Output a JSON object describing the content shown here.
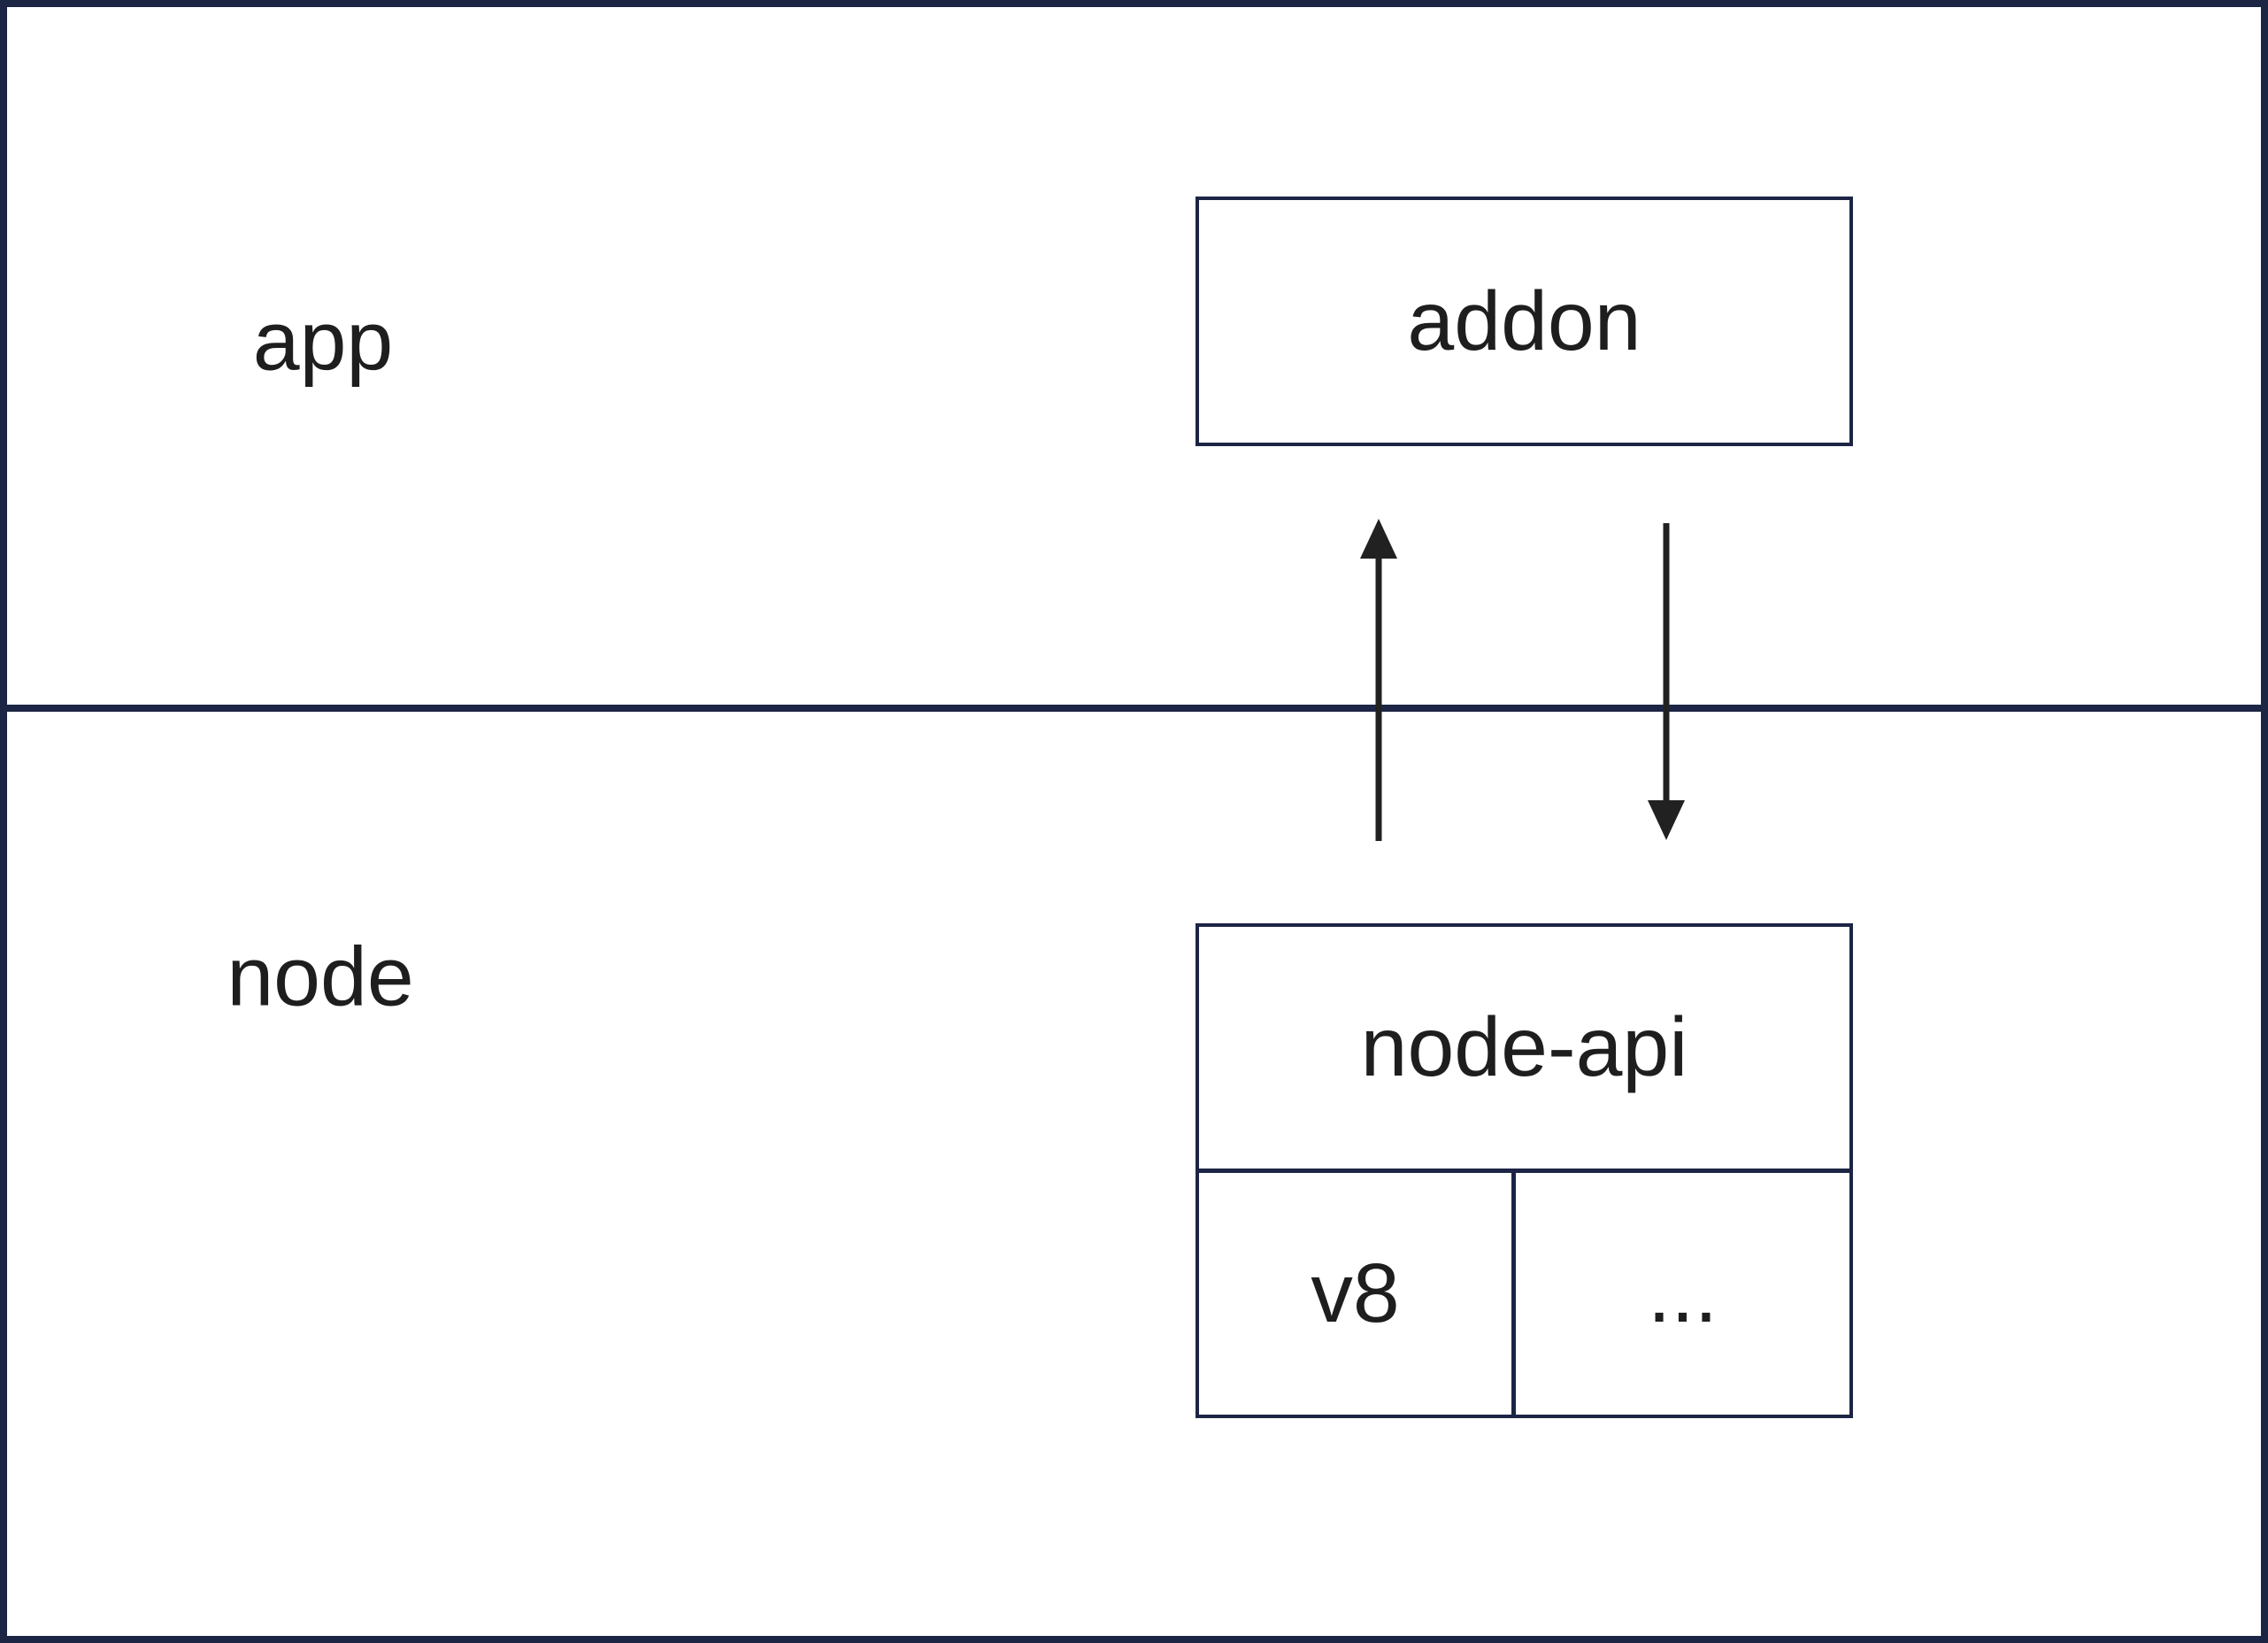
{
  "regions": {
    "app": {
      "label": "app"
    },
    "node": {
      "label": "node"
    }
  },
  "boxes": {
    "addon": {
      "label": "addon"
    },
    "node_api": {
      "label": "node-api",
      "children": [
        {
          "label": "v8"
        },
        {
          "label": "..."
        }
      ]
    }
  },
  "arrows": [
    {
      "name": "up-arrow",
      "direction": "up",
      "from": "node-api",
      "to": "addon"
    },
    {
      "name": "down-arrow",
      "direction": "down",
      "from": "addon",
      "to": "node-api"
    }
  ],
  "colors": {
    "border": "#1d2545",
    "text": "#1e1e1e",
    "arrow": "#212121",
    "background": "#ffffff"
  }
}
